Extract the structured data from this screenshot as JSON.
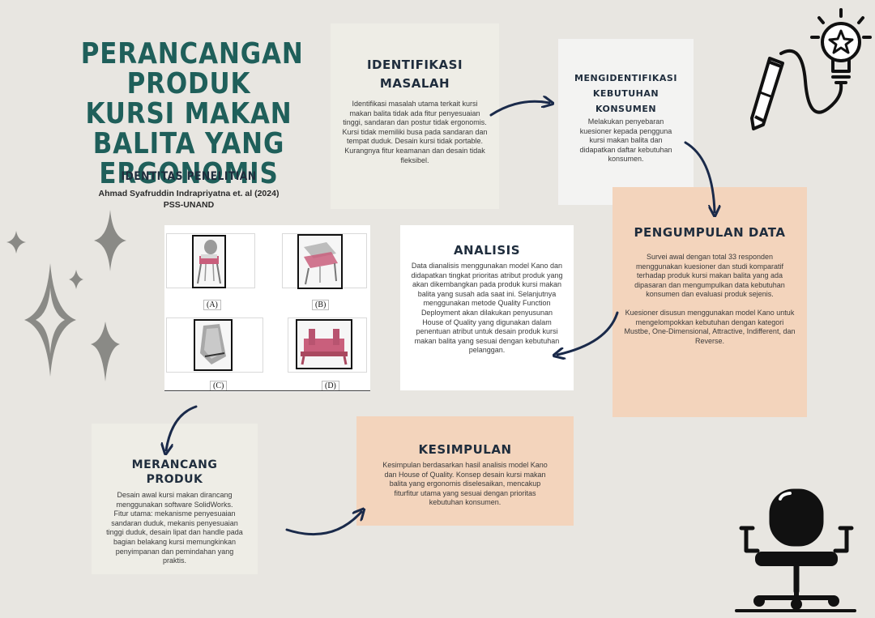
{
  "title": "PERANCANGAN PRODUK KURSI MAKAN BALITA YANG ERGONOMIS",
  "research": {
    "heading": "IDENTITAS PENELITIAN",
    "authors": "Ahmad Syafruddin Indrapriyatna et. al (2024)",
    "institution": "PSS-UNAND"
  },
  "identifikasi": {
    "title": "IDENTIFIKASI MASALAH",
    "text": "Identifikasi masalah utama terkait kursi makan balita tidak ada fitur penyesuaian tinggi, sandaran dan postur tidak ergonomis. Kursi tidak memiliki busa pada sandaran dan tempat duduk. Desain kursi tidak portable. Kurangnya fitur keamanan dan desain tidak fleksibel."
  },
  "kebutuhan": {
    "title": "MENGIDENTIFIKASI KEBUTUHAN KONSUMEN",
    "text": "Melakukan penyebaran kuesioner kepada pengguna kursi makan balita dan didapatkan daftar kebutuhan konsumen."
  },
  "pengumpulan": {
    "title": "PENGUMPULAN DATA",
    "text1": "Survei awal dengan total 33 responden menggunakan kuesioner dan studi komparatif terhadap produk kursi makan balita yang ada dipasaran dan mengumpulkan data kebutuhan konsumen dan evaluasi produk sejenis.",
    "text2": "Kuesioner disusun menggunakan model Kano untuk mengelompokkan kebutuhan dengan kategori Mustbe, One-Dimensional, Attractive, Indifferent, dan Reverse."
  },
  "analisis": {
    "title": "ANALISIS",
    "text": "Data dianalisis menggunakan model Kano dan didapatkan tingkat prioritas atribut produk yang akan dikembangkan pada produk kursi makan balita yang susah ada saat ini. Selanjutnya menggunakan metode Quality Function Deployment akan dilakukan penyusunan House of Quality yang digunakan dalam penentuan atribut untuk desain produk kursi makan balita yang sesuai dengan kebutuhan pelanggan."
  },
  "kesimpulan": {
    "title": "KESIMPULAN",
    "text": "Kesimpulan berdasarkan hasil analisis model Kano dan House of Quality. Konsep desain kursi makan balita yang ergonomis diselesaikan, mencakup fiturfitur utama yang sesuai dengan prioritas kebutuhan konsumen."
  },
  "merancang": {
    "title": "MERANCANG PRODUK",
    "text1": "Desain awal kursi makan dirancang menggunakan software SolidWorks.",
    "text2": "Fitur utama: mekanisme penyesuaian sandaran duduk, mekanis penyesuaian tinggi duduk, desain lipat dan handle pada bagian belakang kursi memungkinkan penyimpanan dan pemindahan yang praktis."
  },
  "figure": {
    "labels": [
      "(A)",
      "(B)",
      "(C)",
      "(D)"
    ]
  },
  "colors": {
    "background": "#e8e6e1",
    "title": "#1f5f5a",
    "heading": "#1f2d3d",
    "peach": "#f3d4bc",
    "arrow": "#1a2a4a",
    "sparkle": "#8a8a86",
    "chair_pink": "#c95f7c"
  },
  "icons": [
    "sparkle-icon",
    "pencil-icon",
    "lightbulb-icon",
    "office-chair-icon",
    "arrow-icon"
  ]
}
